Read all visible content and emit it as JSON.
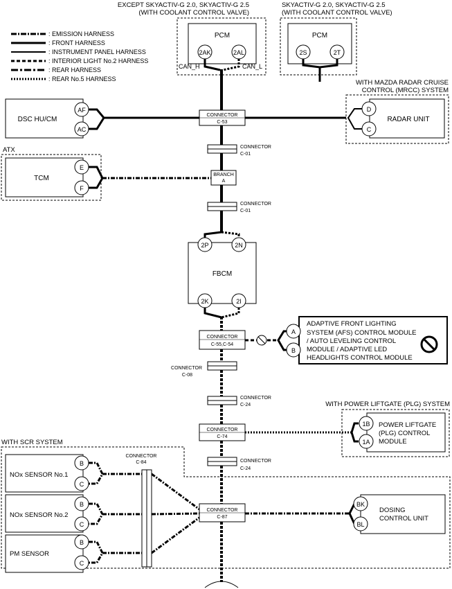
{
  "header": {
    "left_line1": "EXCEPT SKYACTIV-G 2.0, SKYACTIV-G 2.5",
    "left_line2": "(WITH COOLANT CONTROL VALVE)",
    "right_line1": "SKYACTIV-G 2.0, SKYACTIV-G 2.5",
    "right_line2": "(WITH COOLANT CONTROL VALVE)"
  },
  "legend": [
    {
      "label": ": EMISSION HARNESS",
      "style": "emission"
    },
    {
      "label": ": FRONT HARNESS",
      "style": "front"
    },
    {
      "label": ": INSTRUMENT PANEL HARNESS",
      "style": "instrument"
    },
    {
      "label": ": INTERIOR LIGHT No.2 HARNESS",
      "style": "interior"
    },
    {
      "label": ": REAR HARNESS",
      "style": "rear"
    },
    {
      "label": ": REAR No.5 HARNESS",
      "style": "rear5"
    }
  ],
  "modules": {
    "pcm1": {
      "name": "PCM",
      "pin_a": "2AK",
      "pin_b": "2AL",
      "can_h": "CAN_H",
      "can_l": "CAN_L"
    },
    "pcm2": {
      "name": "PCM",
      "pin_a": "2S",
      "pin_b": "2T"
    },
    "dsc": {
      "name": "DSC HU/CM",
      "pin_a": "AF",
      "pin_b": "AC"
    },
    "radar": {
      "title1": "WITH MAZDA RADAR CRUISE",
      "title2": "CONTROL (MRCC) SYSTEM",
      "name": "RADAR UNIT",
      "pin_a": "D",
      "pin_b": "C"
    },
    "tcm": {
      "title": "ATX",
      "name": "TCM",
      "pin_a": "E",
      "pin_b": "F"
    },
    "fbcm": {
      "name": "FBCM",
      "pin_a": "2P",
      "pin_b": "2N",
      "pin_c": "2K",
      "pin_d": "2I"
    },
    "afs": {
      "line1": "ADAPTIVE FRONT LIGHTING",
      "line2": "SYSTEM (AFS) CONTROL MODULE",
      "line3": "/ AUTO LEVELING CONTROL",
      "line4": "MODULE / ADAPTIVE LED",
      "line5": "HEADLIGHTS CONTROL MODULE",
      "pin_a": "A",
      "pin_b": "B"
    },
    "plg": {
      "title": "WITH POWER LIFTGATE (PLG) SYSTEM",
      "line1": "POWER LIFTGATE",
      "line2": "(PLG) CONTROL",
      "line3": "MODULE",
      "pin_a": "1B",
      "pin_b": "1A"
    },
    "scr": {
      "title": "WITH SCR SYSTEM"
    },
    "nox1": {
      "name": "NOx SENSOR No.1",
      "pin_a": "B",
      "pin_b": "C"
    },
    "nox2": {
      "name": "NOx SENSOR No.2",
      "pin_a": "B",
      "pin_b": "C"
    },
    "pm": {
      "name": "PM SENSOR",
      "pin_a": "B",
      "pin_b": "C"
    },
    "dosing": {
      "line1": "DOSING",
      "line2": "CONTROL UNIT",
      "pin_a": "BK",
      "pin_b": "BL"
    }
  },
  "connectors": {
    "c53": {
      "l1": "CONNECTOR",
      "l2": "C-53"
    },
    "c01a": {
      "l1": "CONNECTOR",
      "l2": "C-01"
    },
    "branch": {
      "l1": "BRANCH",
      "l2": "A"
    },
    "c01b": {
      "l1": "CONNECTOR",
      "l2": "C-01"
    },
    "c55": {
      "l1": "CONNECTOR",
      "l2": "C-55,C-54"
    },
    "c08": {
      "l1": "CONNECTOR",
      "l2": "C-08"
    },
    "c24a": {
      "l1": "CONNECTOR",
      "l2": "C-24"
    },
    "c74": {
      "l1": "CONNECTOR",
      "l2": "C-74"
    },
    "c24b": {
      "l1": "CONNECTOR",
      "l2": "C-24"
    },
    "c84": {
      "l1": "CONNECTOR",
      "l2": "C-84"
    },
    "c87": {
      "l1": "CONNECTOR",
      "l2": "C-87"
    }
  }
}
